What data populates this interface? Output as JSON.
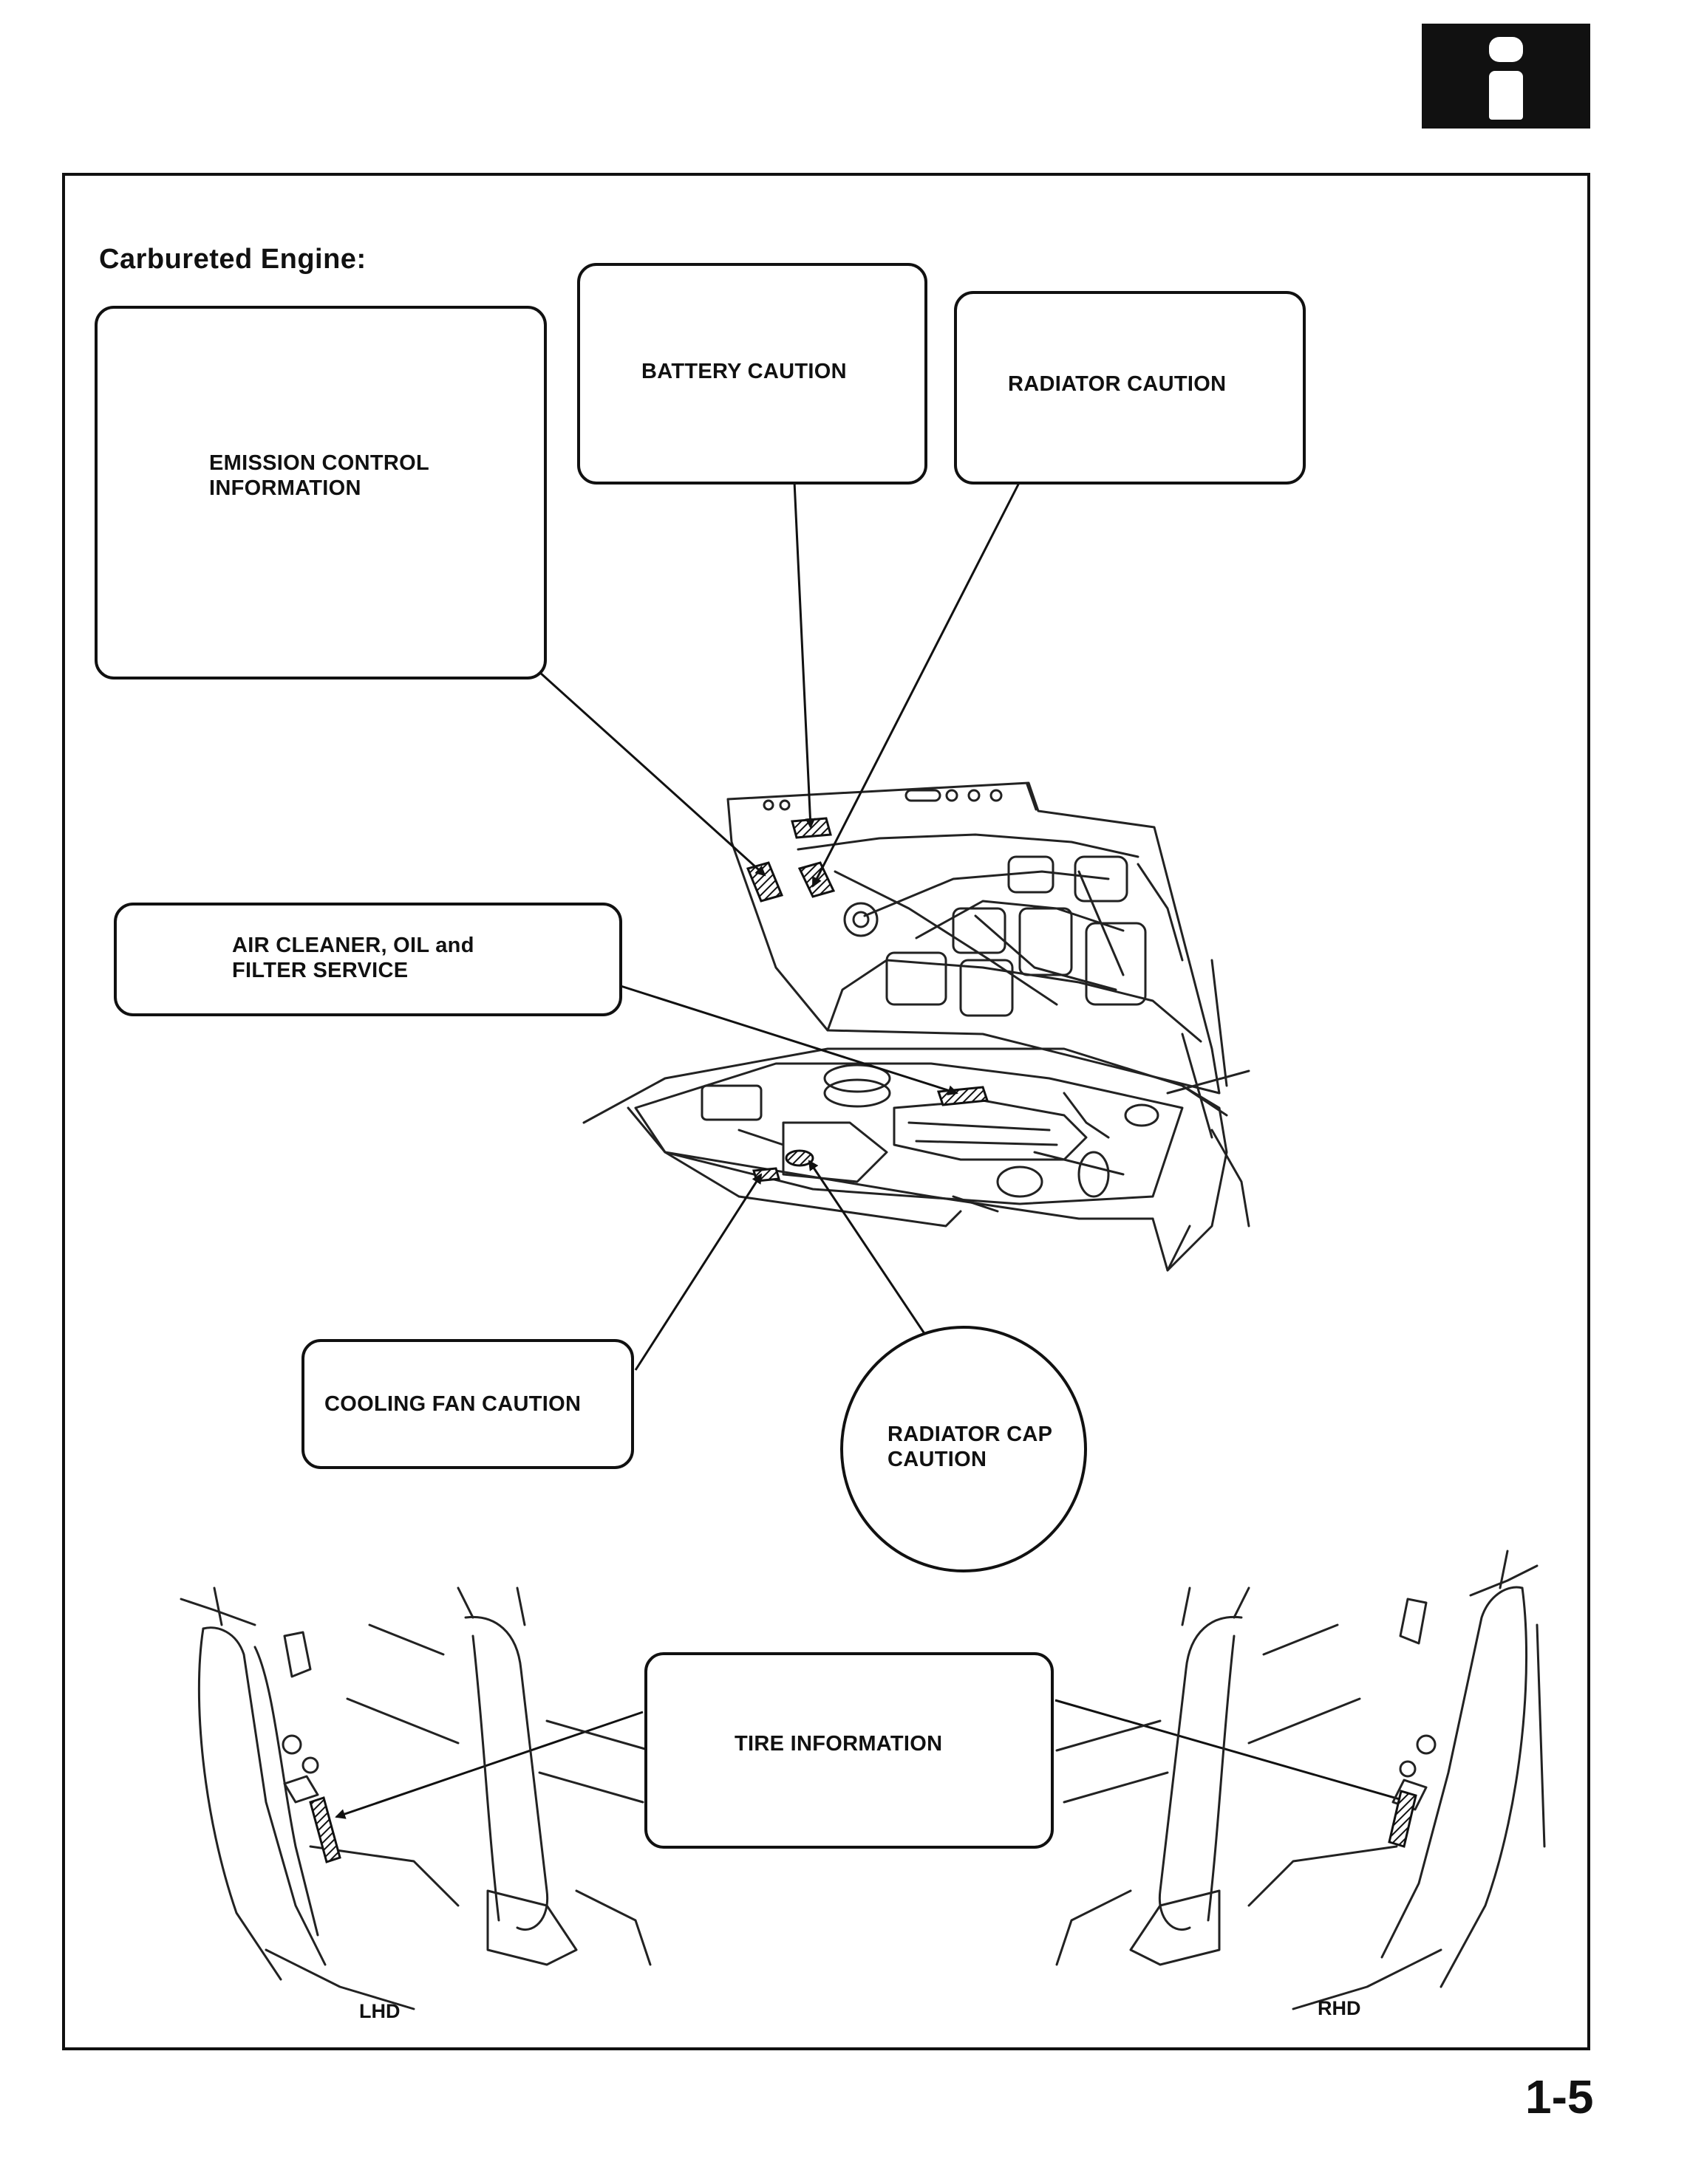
{
  "header": {
    "section_icon": "info-icon"
  },
  "section_title": "Carbureted Engine:",
  "labels": {
    "emission": "EMISSION CONTROL\nINFORMATION",
    "battery": "BATTERY CAUTION",
    "radiator": "RADIATOR CAUTION",
    "air_cleaner": "AIR CLEANER, OIL and\nFILTER SERVICE",
    "cooling_fan": "COOLING FAN CAUTION",
    "radiator_cap": "RADIATOR CAP\nCAUTION",
    "tire": "TIRE INFORMATION"
  },
  "door_views": {
    "left": "LHD",
    "right": "RHD"
  },
  "page_number": "1-5"
}
